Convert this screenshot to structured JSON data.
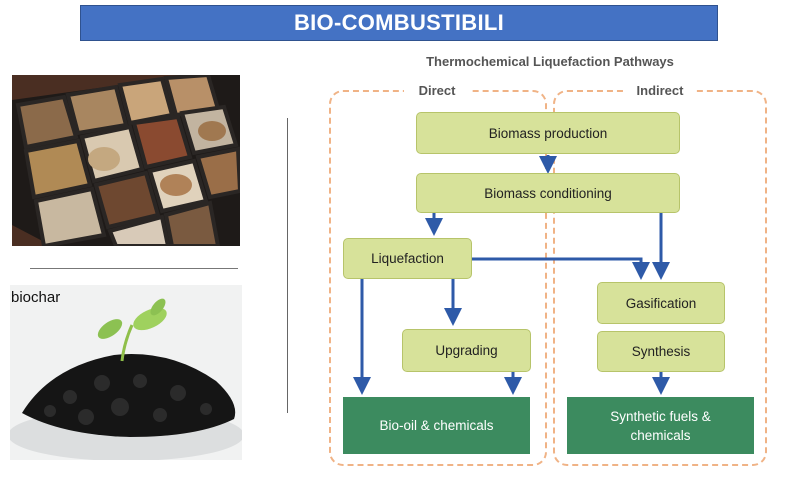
{
  "banner": {
    "title": "BIO-COMBUSTIBILI"
  },
  "left_panel": {
    "biochar_caption": "biochar"
  },
  "diagram": {
    "title": "Thermochemical Liquefaction Pathways",
    "columns": {
      "direct": "Direct",
      "indirect": "Indirect"
    },
    "nodes": {
      "biomass_production": "Biomass production",
      "biomass_conditioning": "Biomass conditioning",
      "liquefaction": "Liquefaction",
      "upgrading": "Upgrading",
      "gasification": "Gasification",
      "synthesis": "Synthesis",
      "bio_oil": "Bio-oil & chemicals",
      "synthetic_fuels": "Synthetic fuels & chemicals"
    }
  },
  "colors": {
    "banner": "#4472c4",
    "node_fill": "#d7e29a",
    "output_fill": "#3c8b5f",
    "arrow": "#2e5aa8",
    "dashed_border": "#f0b386"
  }
}
